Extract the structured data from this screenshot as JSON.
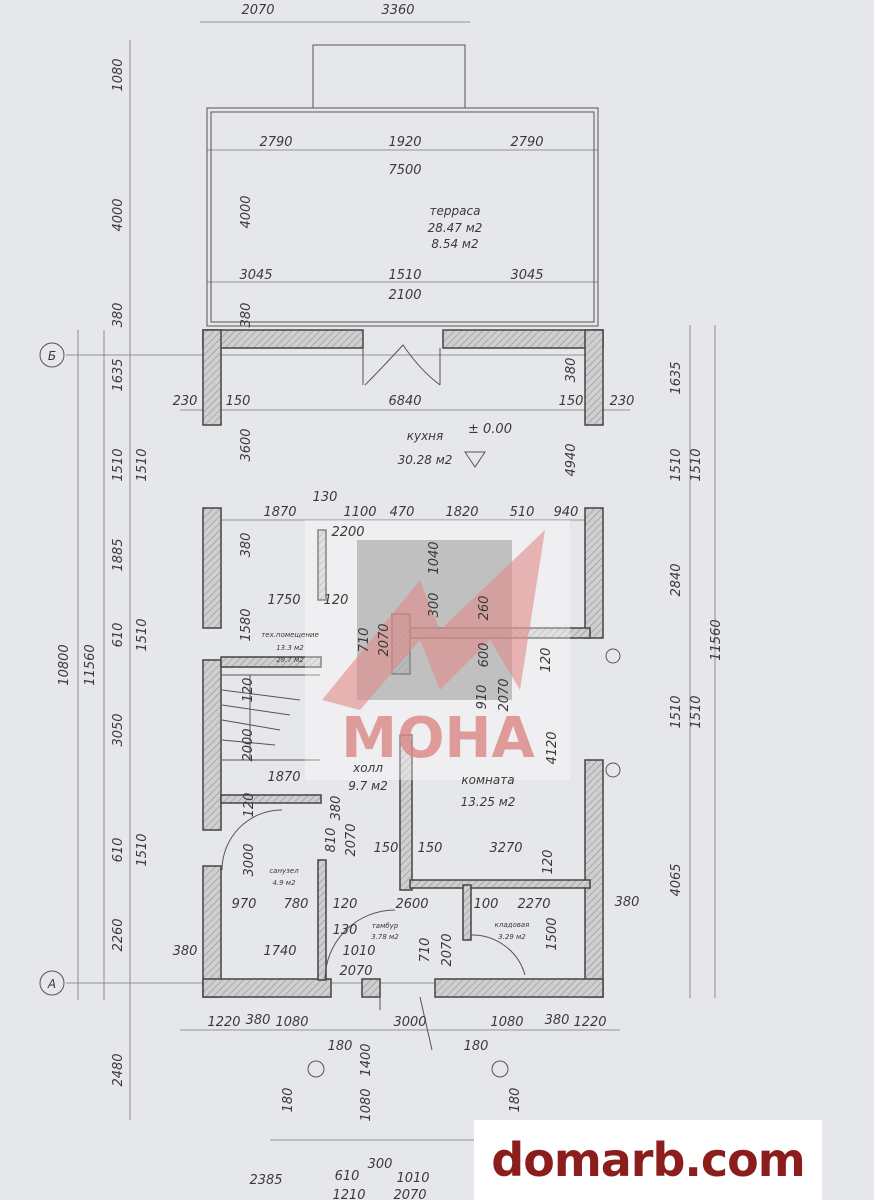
{
  "plan": {
    "axes": [
      "Б",
      "А"
    ],
    "terrace": {
      "name": "терраса",
      "area": "28.47 м2",
      "area2": "8.54 м2"
    },
    "kitchen": {
      "name": "кухня",
      "area": "30.28 м2",
      "level": "± 0.00"
    },
    "tech_room": {
      "name": "тех.помещение",
      "area": "13.3 м2",
      "area2": "29.7 м2"
    },
    "hall": {
      "name": "холл",
      "area": "9.7 м2"
    },
    "room": {
      "name": "комната",
      "area": "13.25 м2"
    },
    "bathroom": {
      "name": "санузел",
      "area": "4.9 м2"
    },
    "vestibule": {
      "name": "тамбур",
      "area": "3.78 м2"
    },
    "storage": {
      "name": "кладовая",
      "area": "3.29 м2"
    },
    "dims": [
      "2070",
      "3360",
      "1080",
      "4000",
      "380",
      "1635",
      "1510",
      "1510",
      "1885",
      "610",
      "1510",
      "10800",
      "11560",
      "3050",
      "610",
      "1510",
      "2260",
      "2480",
      "2790",
      "1920",
      "2790",
      "7500",
      "4000",
      "3045",
      "1510",
      "3045",
      "2100",
      "380",
      "230",
      "150",
      "6840",
      "150",
      "230",
      "380",
      "3600",
      "4940",
      "1635",
      "1510",
      "1510",
      "2840",
      "11560",
      "1510",
      "1510",
      "4065",
      "1870",
      "130",
      "1100",
      "470",
      "1820",
      "510",
      "940",
      "2200",
      "380",
      "1750",
      "120",
      "1580",
      "710",
      "2070",
      "300",
      "1040",
      "260",
      "600",
      "910",
      "2070",
      "120",
      "4120",
      "120",
      "2000",
      "1870",
      "380",
      "810",
      "2070",
      "150",
      "150",
      "3270",
      "120",
      "120",
      "3000",
      "970",
      "780",
      "120",
      "2600",
      "100",
      "2270",
      "380",
      "1500",
      "130",
      "1010",
      "710",
      "2070",
      "2070",
      "1740",
      "380",
      "1220",
      "380",
      "1080",
      "3000",
      "1080",
      "380",
      "1220",
      "180",
      "1400",
      "180",
      "180",
      "180",
      "1080",
      "2385",
      "610",
      "300",
      "1010",
      "1210",
      "2070"
    ]
  },
  "watermark": "МОНА",
  "site_logo": "domarb.com"
}
